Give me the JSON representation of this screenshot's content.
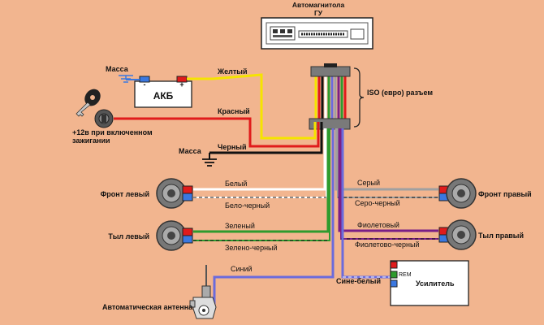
{
  "head_unit": {
    "title_line1": "Автомагнитола",
    "title_line2": "ГУ"
  },
  "battery": {
    "label": "АКБ",
    "minus": "-",
    "plus": "+",
    "ground_label": "Масса"
  },
  "ignition": {
    "label_line1": "+12в при включенном",
    "label_line2": "зажигании"
  },
  "ground": {
    "label": "Масса"
  },
  "connector": {
    "label": "ISO (евро) разъем"
  },
  "wires": {
    "yellow": "Желтый",
    "red": "Красный",
    "black": "Черный",
    "white": "Белый",
    "white_black": "Бело-черный",
    "green": "Зеленый",
    "green_black": "Зелено-черный",
    "blue": "Синий",
    "gray": "Серый",
    "gray_black": "Серо-черный",
    "violet": "Фиолетовый",
    "violet_black": "Фиолетово-черный",
    "blue_white": "Сине-белый"
  },
  "speakers": {
    "front_left": "Фронт левый",
    "rear_left": "Тыл левый",
    "front_right": "Фронт правый",
    "rear_right": "Тыл правый"
  },
  "amplifier": {
    "label": "Усилитель",
    "rem": "REM"
  },
  "antenna": {
    "label": "Автоматическая антенна"
  },
  "colors": {
    "background": "#f2b58f",
    "yellow": "#f5e400",
    "red": "#e01b1b",
    "black": "#111111",
    "white": "#ffffff",
    "green": "#2e9b2e",
    "blue": "#6b6bdc",
    "gray": "#a0a0a0",
    "violet": "#7a1f86"
  }
}
